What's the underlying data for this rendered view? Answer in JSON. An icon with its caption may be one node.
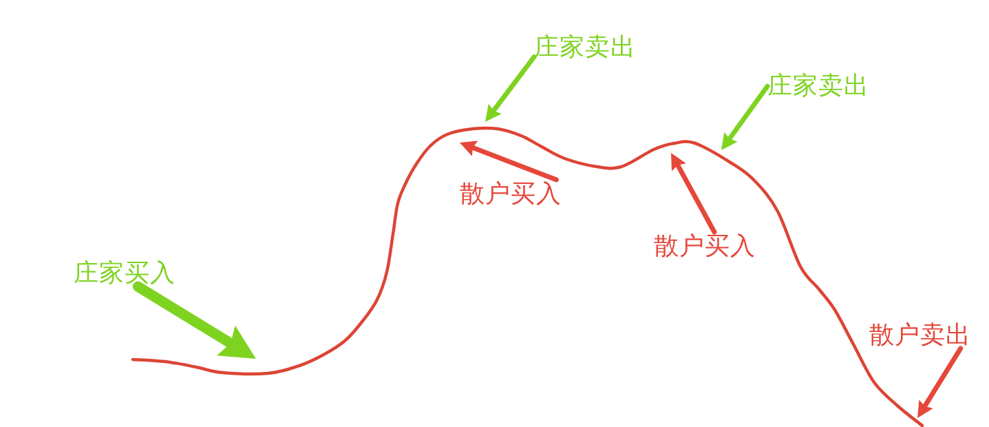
{
  "diagram": {
    "nodes": [
      {
        "text": [
          "庄家卖出"
        ]
      },
      {
        "text": [
          "庄家卖出"
        ]
      },
      {
        "text": [
          "散户买入"
        ]
      },
      {
        "text": [
          "散户买入"
        ]
      },
      {
        "text": [
          "庄家买入"
        ]
      },
      {
        "text": [
          "散户卖出"
        ]
      }
    ],
    "edges": [
      {
        "from": 0,
        "to": null,
        "arrow": "to",
        "color": "#7ed321"
      },
      {
        "from": 1,
        "to": null,
        "arrow": "to",
        "color": "#7ed321"
      },
      {
        "from": 2,
        "to": null,
        "arrow": "to",
        "color": "#e5473a"
      },
      {
        "from": 3,
        "to": null,
        "arrow": "to",
        "color": "#e5473a"
      },
      {
        "from": 4,
        "to": null,
        "arrow": "to",
        "style": "thick",
        "color": "#7ed321"
      },
      {
        "from": 5,
        "to": null,
        "arrow": "to",
        "color": "#e5473a"
      }
    ]
  }
}
